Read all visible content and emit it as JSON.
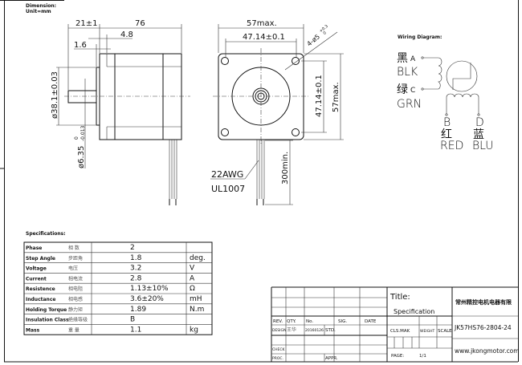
{
  "header": {
    "dimension_label": "Dimension:",
    "unit_label": "Unit=mm"
  },
  "side_view": {
    "len_front": "21±1",
    "len_body": "76",
    "flange_thk": "4.8",
    "flange_step": "1.6",
    "pilot_dia": "ø38.1±0.03",
    "shaft_dia": "ø6.35",
    "shaft_tol_upper": "0",
    "shaft_tol_lower": "-0.013"
  },
  "front_view": {
    "width_max": "57max.",
    "hole_spacing_h": "47.14±0.1",
    "holes": "4-ø5",
    "hole_tol_upper": "+0.3",
    "hole_tol_lower": "0",
    "hole_spacing_v": "47.14±0.1",
    "height_max": "57max.",
    "lead_length": "300min.",
    "wire_gauge": "22AWG",
    "wire_type": "UL1007"
  },
  "wiring": {
    "title": "Wiring Diagram:",
    "a": {
      "cn": "黑",
      "pin": "A",
      "color": "BLK"
    },
    "c": {
      "cn": "绿",
      "pin": "C",
      "color": "GRN"
    },
    "b": {
      "cn": "红",
      "pin": "B",
      "color": "RED"
    },
    "d": {
      "cn": "蓝",
      "pin": "D",
      "color": "BLU"
    }
  },
  "specs": {
    "title": "Specifications:",
    "rows": [
      {
        "name": "Phase",
        "cn": "相  数",
        "value": "2",
        "unit": ""
      },
      {
        "name": "Step Angle",
        "cn": "步距角",
        "value": "1.8",
        "unit": "deg."
      },
      {
        "name": "Voltage",
        "cn": "电压",
        "value": "3.2",
        "unit": "V"
      },
      {
        "name": "Current",
        "cn": "相电流",
        "value": "2.8",
        "unit": "A"
      },
      {
        "name": "Resistence",
        "cn": "相电阻",
        "value": "1.13±10%",
        "unit": "Ω"
      },
      {
        "name": "Inductance",
        "cn": "相电感",
        "value": "3.6±20%",
        "unit": "mH"
      },
      {
        "name": "Holding Torque",
        "cn": "静力矩",
        "value": "1.89",
        "unit": "N.m"
      },
      {
        "name": "Insulation Class",
        "cn": "绝缘等级",
        "value": "B",
        "unit": ""
      },
      {
        "name": "Mass",
        "cn": "重  量",
        "value": "1.1",
        "unit": "kg"
      }
    ]
  },
  "title_block": {
    "rev": "REV.",
    "qty": "QTY.",
    "no": "No.",
    "sig": "SIG.",
    "date": "DATE",
    "design": "DESIGN",
    "designer": "王华",
    "design_date": "20160126",
    "std": "STD.",
    "check": "CHECK",
    "proc": "PROC.",
    "appr": "APPR.",
    "title_label": "Title:",
    "title": "Specification",
    "cls_mak": "CLS.MAK",
    "weight": "WEIGHT",
    "scale": "SCALE",
    "page_label": "PAGE:",
    "page": "1/1",
    "company": "常州精控电机电器有限",
    "model": "JK57HS76-2804-24",
    "website": "www.jkongmotor.com"
  }
}
